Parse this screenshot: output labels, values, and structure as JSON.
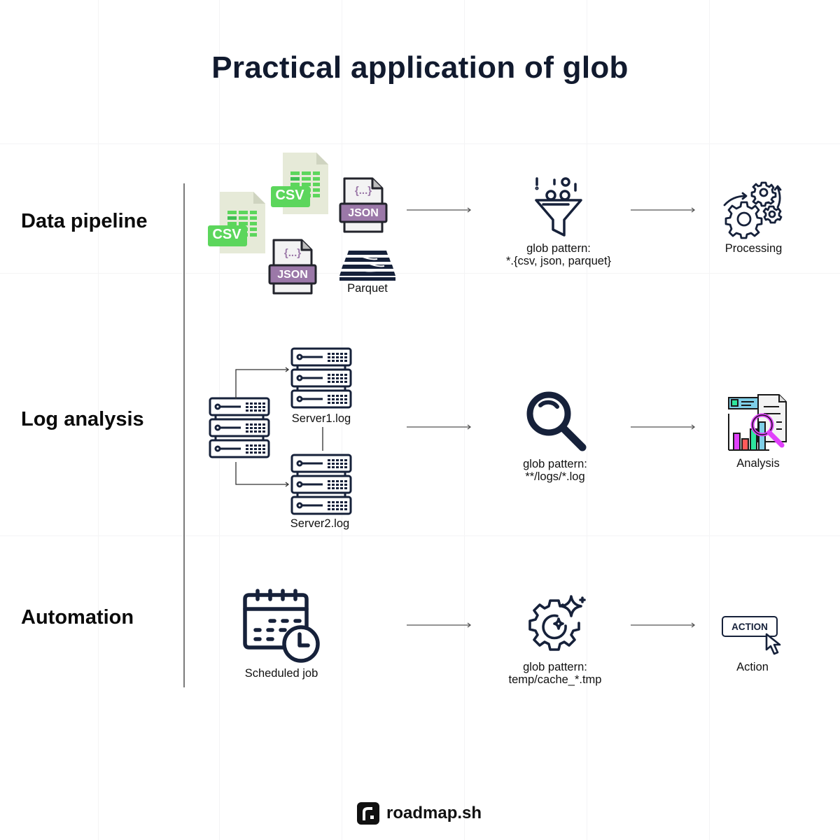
{
  "title": "Practical application of glob",
  "colors": {
    "dark": "#16213a",
    "csv_green": "#5cd65c",
    "csv_page": "#e8ecdc",
    "json_purple": "#9b78a8",
    "analysis_pink": "#e040fb",
    "analysis_red": "#ff5a5a",
    "analysis_green": "#2ee59d",
    "analysis_blue": "#7fcfe8"
  },
  "rows": [
    {
      "label": "Data pipeline",
      "sources": {
        "icons": [
          "csv-file-icon",
          "csv-file-icon",
          "json-file-icon",
          "json-file-icon",
          "parquet-icon"
        ],
        "csv_badge": "CSV",
        "json_badge": "JSON",
        "json_braces": "{...}",
        "parquet_label": "Parquet"
      },
      "filter": {
        "icon": "funnel-icon",
        "caption_line1": "glob pattern:",
        "caption_line2": "*.{csv, json, parquet}"
      },
      "result": {
        "icon": "gears-icon",
        "caption": "Processing"
      }
    },
    {
      "label": "Log analysis",
      "sources": {
        "icons": [
          "server-icon",
          "server-icon",
          "server-icon"
        ],
        "server1_label": "Server1.log",
        "server2_label": "Server2.log"
      },
      "filter": {
        "icon": "magnifier-icon",
        "caption_line1": "glob pattern:",
        "caption_line2": "**/logs/*.log"
      },
      "result": {
        "icon": "analysis-icon",
        "caption": "Analysis"
      }
    },
    {
      "label": "Automation",
      "sources": {
        "icons": [
          "calendar-clock-icon"
        ],
        "label": "Scheduled job"
      },
      "filter": {
        "icon": "gear-sparkle-icon",
        "caption_line1": "glob pattern:",
        "caption_line2": "temp/cache_*.tmp"
      },
      "result": {
        "icon": "action-cursor-icon",
        "badge": "ACTION",
        "caption": "Action"
      }
    }
  ],
  "footer": {
    "brand": "roadmap.sh",
    "logo_letter": "r."
  }
}
